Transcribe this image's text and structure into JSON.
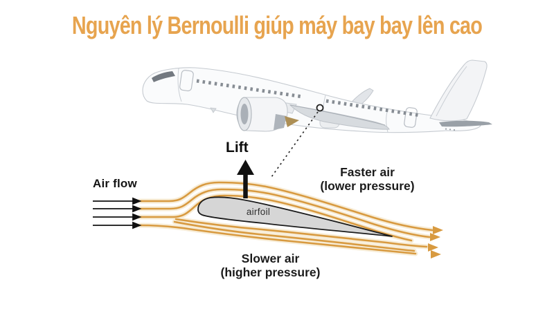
{
  "title": {
    "text": "Nguyên lý Bernoulli giúp máy bay bay lên cao",
    "color": "#E7A44F"
  },
  "diagram": {
    "airflow_label": "Air flow",
    "lift_label": "Lift",
    "airfoil_label": "airfoil",
    "upper_region": {
      "line1": "Faster air",
      "line2": "(lower pressure)"
    },
    "lower_region": {
      "line1": "Slower air",
      "line2": "(higher pressure)"
    },
    "colors": {
      "streamline": "#D89A40",
      "streamline_halo": "#F7ECD6",
      "airfoil_fill": "#D6D6D6",
      "airfoil_outline": "#1B1B1B",
      "flow_arrow": "#111111",
      "title": "#E7A44F"
    },
    "entry_streamline_count": 4,
    "upper_streamline_count": 3,
    "lower_streamline_count": 3
  },
  "illustration": {
    "name": "airliner-climbing-side-view"
  }
}
